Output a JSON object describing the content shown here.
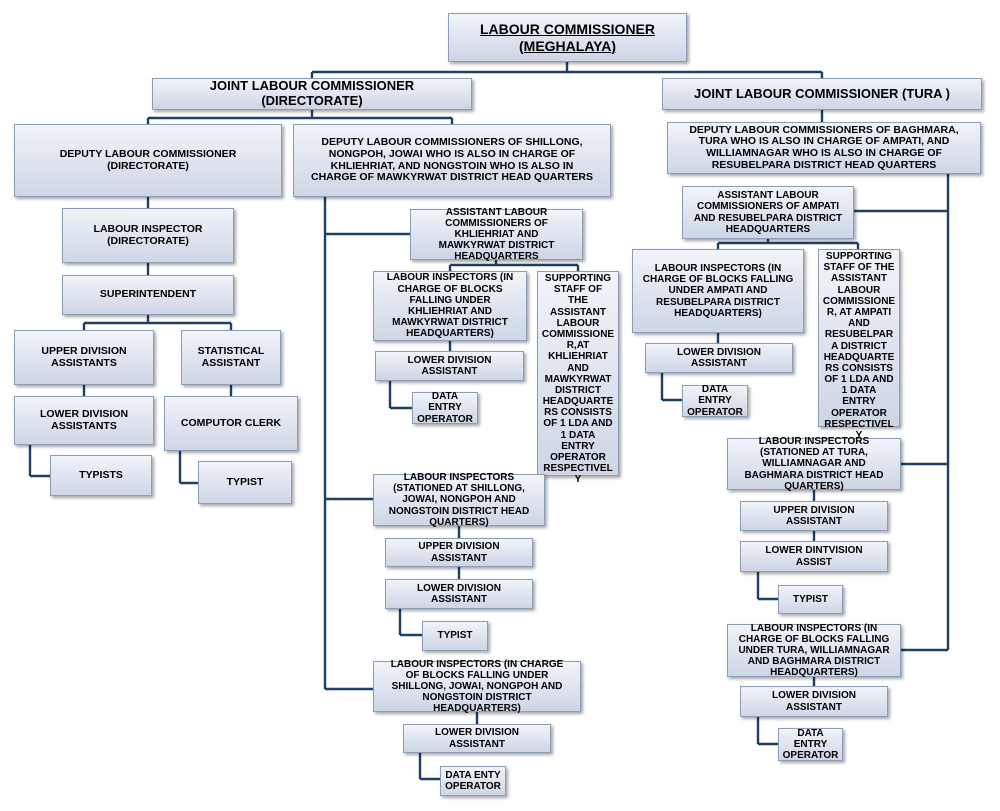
{
  "chart": {
    "top": "LABOUR COMMISSIONER\n(MEGHALAYA)",
    "jlc_dir": "JOINT LABOUR COMMISSIONER\n(DIRECTORATE)",
    "jlc_tura": "JOINT LABOUR COMMISSIONER (TURA )",
    "dlc_dir": "DEPUTY LABOUR COMMISSIONER\n(DIRECTORATE)",
    "dlc_shillong": "DEPUTY LABOUR COMMISSIONERS OF SHILLONG,\nNONGPOH, JOWAI  WHO IS ALSO IN CHARGE OF\nKHLIEHRIAT, AND NONGSTOIN  WHO IS ALSO IN\nCHARGE OF MAWKYRWAT  DISTRICT HEAD QUARTERS",
    "dlc_baghmara": "DEPUTY LABOUR COMMISSIONERS OF BAGHMARA,\nTURA WHO IS ALSO IN CHARGE OF AMPATI, AND\nWILLIAMNAGAR WHO IS ALSO IN CHARGE OF\nRESUBELPARA DISTRICT HEAD QUARTERS",
    "li_dir": "LABOUR INSPECTOR\n(DIRECTORATE)",
    "superintendent": "SUPERINTENDENT",
    "uda_dir": "UPPER DIVISION\nASSISTANTS",
    "stat_asst": "STATISTICAL\nASSISTANT",
    "lda_dir": "LOWER DIVISION\nASSISTANTS",
    "comp_clerk": "COMPUTOR CLERK",
    "typists_dir": "TYPISTS",
    "typist_dir": "TYPIST",
    "alc_khliehriat": "ASSISTANT LABOUR\nCOMMISSIONERS OF\nKHLIEHRIAT AND\nMAWKYRWAT DISTRICT\nHEADQUARTERS",
    "li_khliehriat": "LABOUR INSPECTORS (IN\nCHARGE OF BLOCKS\nFALLING UNDER\nKHLIEHRIAT AND\nMAWKYRWAT  DISTRICT\nHEADQUARTERS)",
    "support_khliehriat": "SUPPORTING\nSTAFF  OF\nTHE\nASSISTANT\nLABOUR\nCOMMISSIONE\nR,AT\nKHLIEHRIAT\nAND\nMAWKYRWAT\nDISTRICT\nHEADQUARTE\nRS CONSISTS\nOF 1 LDA AND\n1 DATA\nENTRY\nOPERATOR\nRESPECTIVEL\nY",
    "lda_khliehriat": "LOWER DIVISION\nASSISTANT",
    "deo_khliehriat": "DATA\nENTRY\nOPERATOR",
    "li_shillong_hq": "LABOUR INSPECTORS\n(STATIONED AT SHILLONG,\nJOWAI, NONGPOH AND\nNONGSTOIN DISTRICT HEAD\nQUARTERS)",
    "uda_shillong": "UPPER DIVISION\nASSISTANT",
    "lda_shillong": "LOWER DIVISION\nASSISTANT",
    "typist_shillong": "TYPIST",
    "li_shillong_blocks": "LABOUR INSPECTORS (IN CHARGE\nOF BLOCKS FALLING UNDER\nSHILLONG, JOWAI, NONGPOH AND\nNONGSTOIN DISTRICT\nHEADQUARTERS)",
    "lda_shillong_blocks": "LOWER DIVISION\nASSISTANT",
    "deo_shillong_blocks": "DATA ENTY\nOPERATOR",
    "alc_ampati": "ASSISTANT LABOUR\nCOMMISSIONERS OF AMPATI\nAND RESUBELPARA DISTRICT\nHEADQUARTERS",
    "li_ampati": "LABOUR INSPECTORS (IN\nCHARGE OF BLOCKS FALLING\nUNDER  AMPATI AND\nRESUBELPARA DISTRICT\nHEADQUARTERS)",
    "support_ampati": "SUPPORTING\nSTAFF OF THE\nASSISTANT\nLABOUR\nCOMMISSIONE\nR, AT AMPATI\nAND\nRESUBELPAR\nA DISTRICT\nHEADQUARTE\nRS CONSISTS\nOF 1 LDA AND\n1 DATA\nENTRY\nOPERATOR\nRESPECTIVEL\nY",
    "lda_ampati": "LOWER DIVISION\nASSISTANT",
    "deo_ampati": "DATA\nENTRY\nOPERATOR",
    "li_tura_hq": "LABOUR INSPECTORS\n(STATIONED AT TURA,\nWILLIAMNAGAR AND\nBAGHMARA DISTRICT HEAD\nQUARTERS)",
    "uda_tura": "UPPER DIVISION\nASSISTANT",
    "lda_tura": "LOWER DINTVISION\nASSIST",
    "typist_tura": "TYPIST",
    "li_tura_blocks": "LABOUR INSPECTORS (IN\nCHARGE OF BLOCKS FALLING\nUNDER TURA, WILLIAMNAGAR\nAND BAGHMARA DISTRICT\nHEADQUARTERS)",
    "lda_tura_blocks": "LOWER DIVISION\nASSISTANT",
    "deo_tura_blocks": "DATA\nENTRY\nOPERATOR"
  },
  "colors": {
    "line": "#1f3f66",
    "box_top": "#f1f4f9",
    "box_bottom": "#cdd6e6",
    "border": "#8e9db6"
  }
}
